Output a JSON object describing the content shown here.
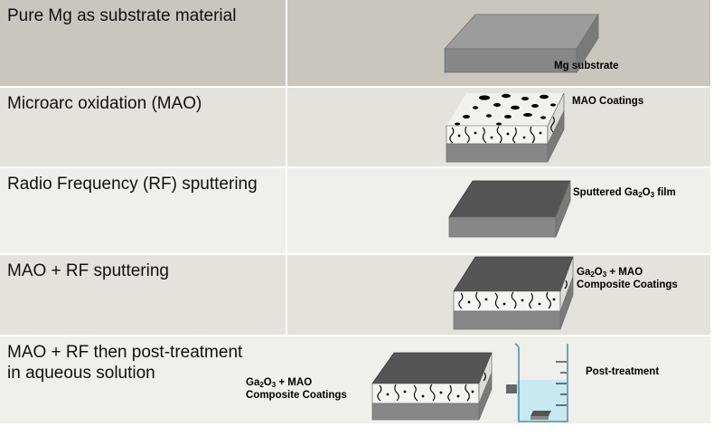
{
  "steps": [
    {
      "title": "Pure Mg as substrate material",
      "label": "Mg substrate"
    },
    {
      "title": "Microarc oxidation (MAO)",
      "label": "MAO Coatings"
    },
    {
      "title": "Radio Frequency (RF) sputtering",
      "label_pre": "Sputtered Ga",
      "label_sub1": "2",
      "label_mid": "O",
      "label_sub2": "3",
      "label_post": " film"
    },
    {
      "title": "MAO + RF sputtering",
      "label_pre": "Ga",
      "label_sub1": "2",
      "label_mid": "O",
      "label_sub2": "3",
      "label_post": " + MAO",
      "label_line2": "Composite Coatings"
    },
    {
      "title": "MAO + RF then post-treatment in aqueous solution",
      "label_pre": "Ga",
      "label_sub1": "2",
      "label_mid": "O",
      "label_sub2": "3",
      "label_post": " + MAO",
      "label_line2": "Composite Coatings",
      "label_right": "Post-treatment"
    }
  ],
  "colors": {
    "row_dark": "#c9c7bd",
    "row_light": "#e3e2dd",
    "substrate_top": "#9a9a9a",
    "substrate_front": "#858585",
    "coating": "#f1f1ee",
    "film_top": "#555555",
    "arrow": "#666666",
    "liquid": "#c8e8f2"
  }
}
